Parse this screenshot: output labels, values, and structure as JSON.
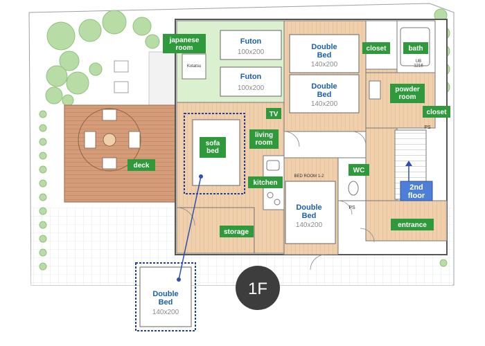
{
  "floor_label": "1F",
  "rooms": {
    "japanese": "japanese room",
    "kotatsu": "Kotatsu",
    "living": "living room",
    "tv": "TV",
    "sofa": "sofa bed",
    "deck": "deck",
    "kitchen": "kitchen",
    "storage": "storage",
    "closet_top": "closet",
    "bath": "bath",
    "ub": "UB 1216",
    "powder": "powder room",
    "closet_right": "closet",
    "wc": "WC",
    "ps_top": "PS",
    "ps_mid": "PS",
    "second_floor": "2nd floor",
    "entrance": "entrance",
    "bedroom_tag": "BED ROOM 1-2"
  },
  "beds": {
    "futon1": {
      "name": "Futon",
      "size": "100x200"
    },
    "futon2": {
      "name": "Futon",
      "size": "100x200"
    },
    "double1": {
      "name": "Double Bed",
      "size": "140x200"
    },
    "double2": {
      "name": "Double Bed",
      "size": "140x200"
    },
    "double3": {
      "name": "Double Bed",
      "size": "140x200"
    },
    "double4": {
      "name": "Double Bed",
      "size": "140x200"
    }
  },
  "colors": {
    "label_green": "#2e9a3c",
    "bed_blue": "#1a5fb4",
    "floor_wood": "#ecc9a4",
    "tatami": "#d9f0cf",
    "deck_wood": "#d39a76",
    "tree": "#b8dba6",
    "blue_dash": "#2340a0",
    "floor_badge": "#3d3d3d",
    "stair_badge": "#4e7fd6"
  }
}
